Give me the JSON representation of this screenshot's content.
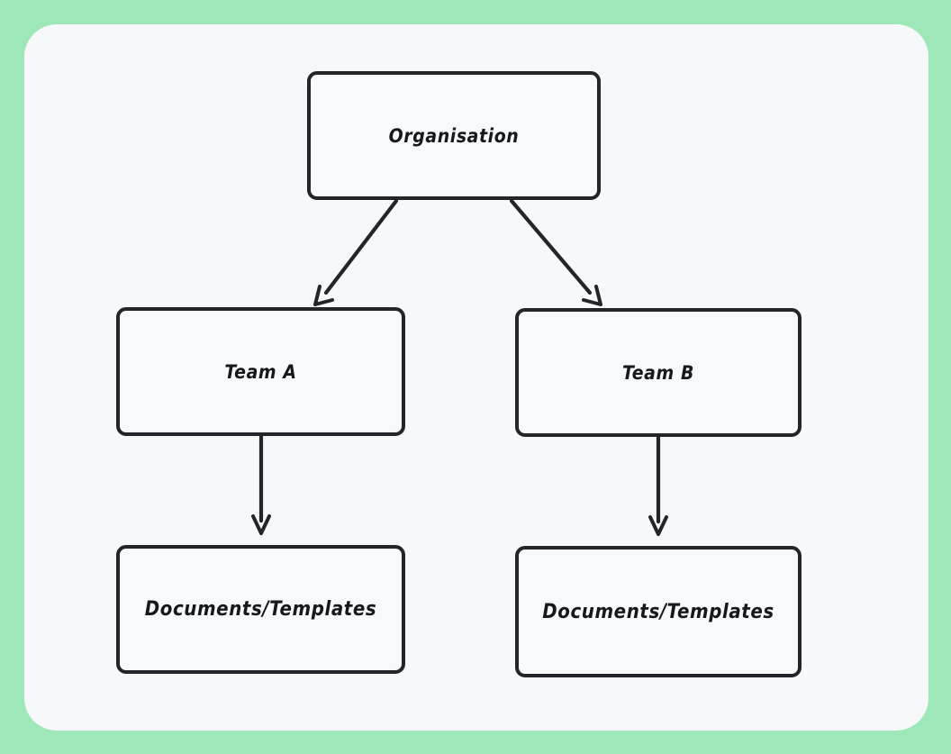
{
  "canvas": {
    "background_color": "#9ee7b8",
    "surface_color": "#f7f8fa",
    "stroke_color": "#22252a",
    "text_color": "#16181c"
  },
  "diagram": {
    "type": "flowchart",
    "orientation": "top-down",
    "nodes": [
      {
        "id": "organisation",
        "label": "Organisation",
        "level": 0,
        "column": "center"
      },
      {
        "id": "team-a",
        "label": "Team A",
        "level": 1,
        "column": "left"
      },
      {
        "id": "team-b",
        "label": "Team B",
        "level": 1,
        "column": "right"
      },
      {
        "id": "docs-a",
        "label": "Documents/Templates",
        "level": 2,
        "column": "left"
      },
      {
        "id": "docs-b",
        "label": "Documents/Templates",
        "level": 2,
        "column": "right"
      }
    ],
    "edges": [
      {
        "from": "organisation",
        "to": "team-a",
        "style": "diagonal",
        "arrowhead": "open"
      },
      {
        "from": "organisation",
        "to": "team-b",
        "style": "diagonal",
        "arrowhead": "open"
      },
      {
        "from": "team-a",
        "to": "docs-a",
        "style": "vertical",
        "arrowhead": "open"
      },
      {
        "from": "team-b",
        "to": "docs-b",
        "style": "vertical",
        "arrowhead": "open"
      }
    ]
  }
}
